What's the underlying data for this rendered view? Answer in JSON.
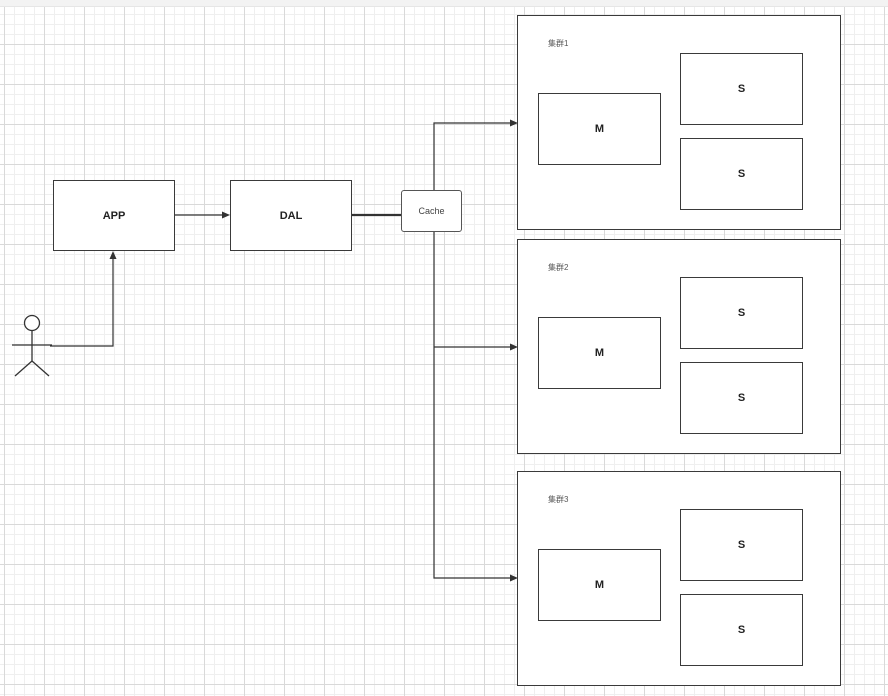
{
  "nodes": {
    "app": "APP",
    "dal": "DAL",
    "cache": "Cache"
  },
  "clusters": [
    {
      "label": "集群1",
      "master": "M",
      "slaves": [
        "S",
        "S"
      ]
    },
    {
      "label": "集群2",
      "master": "M",
      "slaves": [
        "S",
        "S"
      ]
    },
    {
      "label": "集群3",
      "master": "M",
      "slaves": [
        "S",
        "S"
      ]
    }
  ],
  "colors": {
    "stroke": "#333333",
    "grid": "#d9d9d9",
    "background": "#ffffff"
  }
}
